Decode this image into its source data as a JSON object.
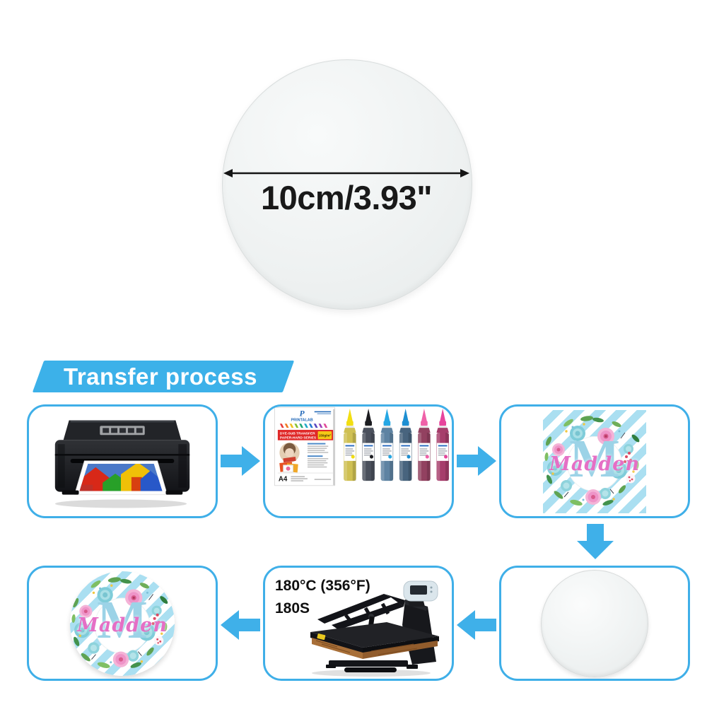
{
  "banner": {
    "title": "Transfer process"
  },
  "size_figure": {
    "diameter_label": "10cm/3.93\""
  },
  "design": {
    "monogram": "M",
    "name": "Madden"
  },
  "press": {
    "temperature": "180°C (356°F)",
    "duration": "180S"
  },
  "paper_pack": {
    "logo_letter": "P",
    "brand": "PRINTALAB",
    "series_line1": "DYE-SUB TRANSFER",
    "series_line2": "PAPER-HARD SERIES",
    "weight": "150g/m²",
    "sheet_size": "A4"
  },
  "inks": [
    {
      "name": "yellow",
      "cap": "#F2DE12",
      "body": "#CFC052"
    },
    {
      "name": "black",
      "cap": "#1B1C20",
      "body": "#4A505C"
    },
    {
      "name": "cyan",
      "cap": "#25A7E4",
      "body": "#5E83A2"
    },
    {
      "name": "blue",
      "cap": "#1E8FD2",
      "body": "#48647E"
    },
    {
      "name": "magenta",
      "cap": "#EF61A8",
      "body": "#924160"
    },
    {
      "name": "pink",
      "cap": "#E7459C",
      "body": "#A63D6B"
    }
  ],
  "colors": {
    "accent_blue": "#3FB0E9",
    "box_border": "#3FAFE8",
    "banner_blue": "#3CB1E9",
    "stripe_blue": "#AADFF1",
    "monogram_blue": "#9CD3E7",
    "name_pink": "#E56FC5"
  }
}
